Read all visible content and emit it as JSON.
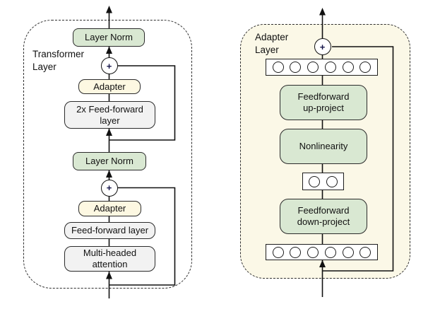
{
  "colors": {
    "green-fill": "#d9e8d2",
    "yellow-fill": "#fdf8e2",
    "gray-fill": "#f2f2f2",
    "panel-fill": "#fbf8e7",
    "box-border": "#2b2b2b",
    "line-color": "#111111"
  },
  "left_diagram": {
    "container_label": "Transformer\nLayer",
    "plus_symbol": "+",
    "boxes": {
      "layer_norm_top": "Layer Norm",
      "adapter_top": "Adapter",
      "feedforward_2x": "2x Feed-forward\nlayer",
      "layer_norm_bottom": "Layer Norm",
      "adapter_bottom": "Adapter",
      "feedforward": "Feed-forward layer",
      "attention": "Multi-headed\nattention"
    }
  },
  "right_diagram": {
    "container_label": "Adapter\nLayer",
    "plus_symbol": "+",
    "boxes": {
      "feedforward_up": "Feedforward\nup-project",
      "nonlinearity": "Nonlinearity",
      "feedforward_down": "Feedforward\ndown-project"
    },
    "unit_rows": {
      "top_count": 6,
      "bottleneck_count": 2,
      "bottom_count": 6
    }
  }
}
